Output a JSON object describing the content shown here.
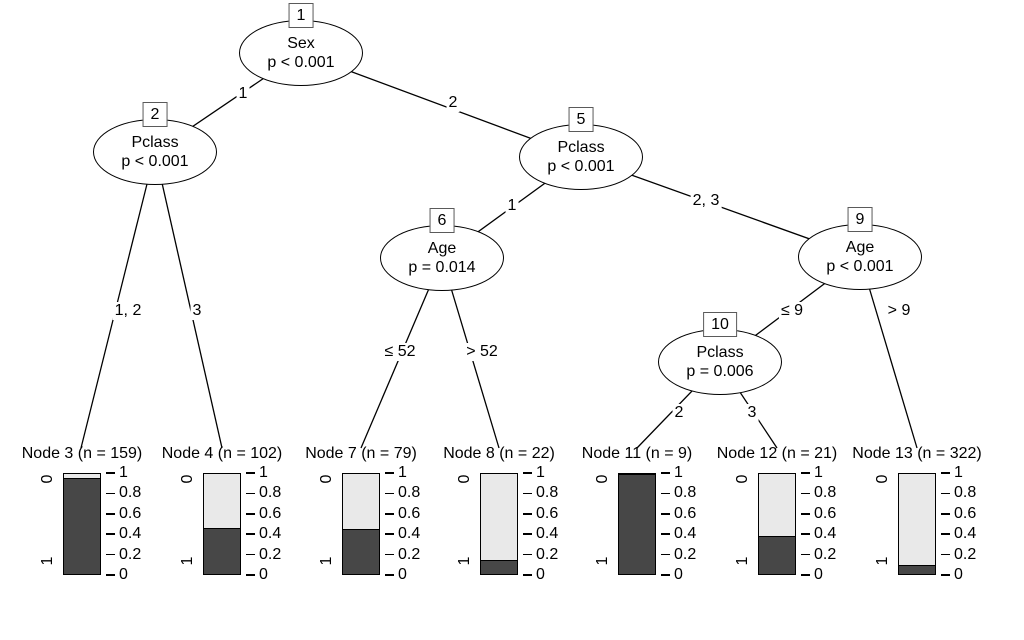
{
  "colors": {
    "background": "#ffffff",
    "bar_dark": "#474747",
    "bar_light": "#e9e9e9",
    "line": "#000000"
  },
  "inner_nodes": [
    {
      "id": "1",
      "variable": "Sex",
      "p_label": "p < 0.001"
    },
    {
      "id": "2",
      "variable": "Pclass",
      "p_label": "p < 0.001"
    },
    {
      "id": "5",
      "variable": "Pclass",
      "p_label": "p < 0.001"
    },
    {
      "id": "6",
      "variable": "Age",
      "p_label": "p = 0.014"
    },
    {
      "id": "9",
      "variable": "Age",
      "p_label": "p < 0.001"
    },
    {
      "id": "10",
      "variable": "Pclass",
      "p_label": "p = 0.006"
    }
  ],
  "edges": [
    {
      "label": "1"
    },
    {
      "label": "2"
    },
    {
      "label": "1, 2"
    },
    {
      "label": "3"
    },
    {
      "label": "1"
    },
    {
      "label": "2, 3"
    },
    {
      "label": "≤ 52"
    },
    {
      "label": "> 52"
    },
    {
      "label": "≤ 9"
    },
    {
      "label": "> 9"
    },
    {
      "label": "2"
    },
    {
      "label": "3"
    }
  ],
  "terminals": [
    {
      "label": "Node 3 (n = 159)",
      "dark_fraction": 0.96
    },
    {
      "label": "Node 4 (n = 102)",
      "dark_fraction": 0.46
    },
    {
      "label": "Node 7 (n = 79)",
      "dark_fraction": 0.45
    },
    {
      "label": "Node 8 (n = 22)",
      "dark_fraction": 0.14
    },
    {
      "label": "Node 11 (n = 9)",
      "dark_fraction": 1.0
    },
    {
      "label": "Node 12 (n = 21)",
      "dark_fraction": 0.38
    },
    {
      "label": "Node 13 (n = 322)",
      "dark_fraction": 0.09
    }
  ],
  "axis": {
    "ticks": [
      "1",
      "0.8",
      "0.6",
      "0.4",
      "0.2",
      "0"
    ],
    "category_top": "0",
    "category_bottom": "1"
  },
  "chart_data": {
    "type": "tree",
    "inner_nodes": [
      {
        "id": 1,
        "variable": "Sex",
        "p": "p < 0.001"
      },
      {
        "id": 2,
        "variable": "Pclass",
        "p": "p < 0.001"
      },
      {
        "id": 5,
        "variable": "Pclass",
        "p": "p < 0.001"
      },
      {
        "id": 6,
        "variable": "Age",
        "p": "p = 0.014"
      },
      {
        "id": 9,
        "variable": "Age",
        "p": "p < 0.001"
      },
      {
        "id": 10,
        "variable": "Pclass",
        "p": "p = 0.006"
      }
    ],
    "edges": [
      {
        "from": 1,
        "to": 2,
        "label": "1"
      },
      {
        "from": 1,
        "to": 5,
        "label": "2"
      },
      {
        "from": 2,
        "to": 3,
        "label": "1, 2"
      },
      {
        "from": 2,
        "to": 4,
        "label": "3"
      },
      {
        "from": 5,
        "to": 6,
        "label": "1"
      },
      {
        "from": 5,
        "to": 9,
        "label": "2, 3"
      },
      {
        "from": 6,
        "to": 7,
        "label": "≤ 52"
      },
      {
        "from": 6,
        "to": 8,
        "label": "> 52"
      },
      {
        "from": 9,
        "to": 10,
        "label": "≤ 9"
      },
      {
        "from": 9,
        "to": 13,
        "label": "> 9"
      },
      {
        "from": 10,
        "to": 11,
        "label": "2"
      },
      {
        "from": 10,
        "to": 12,
        "label": "3"
      }
    ],
    "terminal_nodes": [
      {
        "id": 3,
        "n": 159,
        "dark_bottom_fraction": 0.96,
        "light_top_fraction": 0.04
      },
      {
        "id": 4,
        "n": 102,
        "dark_bottom_fraction": 0.46,
        "light_top_fraction": 0.54
      },
      {
        "id": 7,
        "n": 79,
        "dark_bottom_fraction": 0.45,
        "light_top_fraction": 0.55
      },
      {
        "id": 8,
        "n": 22,
        "dark_bottom_fraction": 0.14,
        "light_top_fraction": 0.86
      },
      {
        "id": 11,
        "n": 9,
        "dark_bottom_fraction": 1.0,
        "light_top_fraction": 0.0
      },
      {
        "id": 12,
        "n": 21,
        "dark_bottom_fraction": 0.38,
        "light_top_fraction": 0.62
      },
      {
        "id": 13,
        "n": 322,
        "dark_bottom_fraction": 0.09,
        "light_top_fraction": 0.91
      }
    ],
    "terminal_y_axis": {
      "range": [
        0,
        1
      ],
      "ticks": [
        0,
        0.2,
        0.4,
        0.6,
        0.8,
        1
      ]
    },
    "terminal_categories": {
      "top_label": "0",
      "bottom_label": "1"
    },
    "legend_position": "none",
    "grid": false
  }
}
